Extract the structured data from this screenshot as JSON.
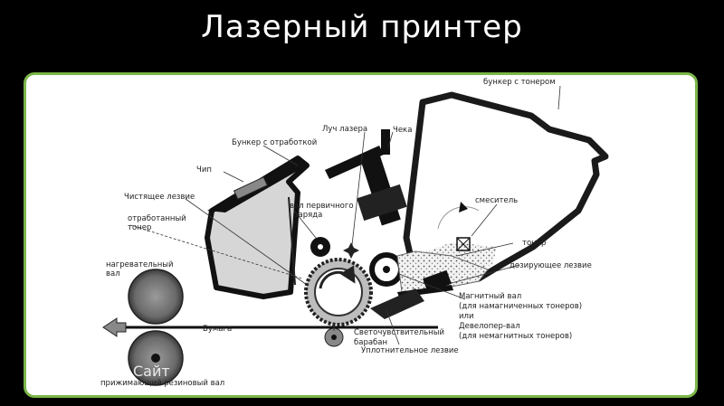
{
  "title": "Лазерный принтер",
  "labels": {
    "toner_hopper": "бункер с тонером",
    "laser_beam": "Луч лазера",
    "waste_hopper": "Бункер с отработкой",
    "check": "Чека",
    "chip": "Чип",
    "cleaning_blade": "Чистящее лезвие",
    "primary_roller_1": "вал первичного",
    "primary_roller_2": "заряда",
    "mixer": "смеситель",
    "waste_toner_1": "отработанный",
    "waste_toner_2": "тонер",
    "toner": "тонер",
    "heating_roller_1": "нагревательный",
    "heating_roller_2": "вал",
    "dosing_blade": "дозирующее лезвие",
    "magnetic_roller_1": "Магнитный вал",
    "magnetic_roller_2": "(для намагниченных тонеров)",
    "magnetic_roller_3": "или",
    "developer_roller_1": "Девелопер-вал",
    "developer_roller_2": "(для немагнитных тонеров)",
    "paper": "Бумага",
    "drum_1": "Светочувствительный",
    "drum_2": "барабан",
    "seal_blade": "Уплотнительное лезвие",
    "pressure_roller": "прижимающий резиновый вал"
  },
  "watermark": "Сайт"
}
